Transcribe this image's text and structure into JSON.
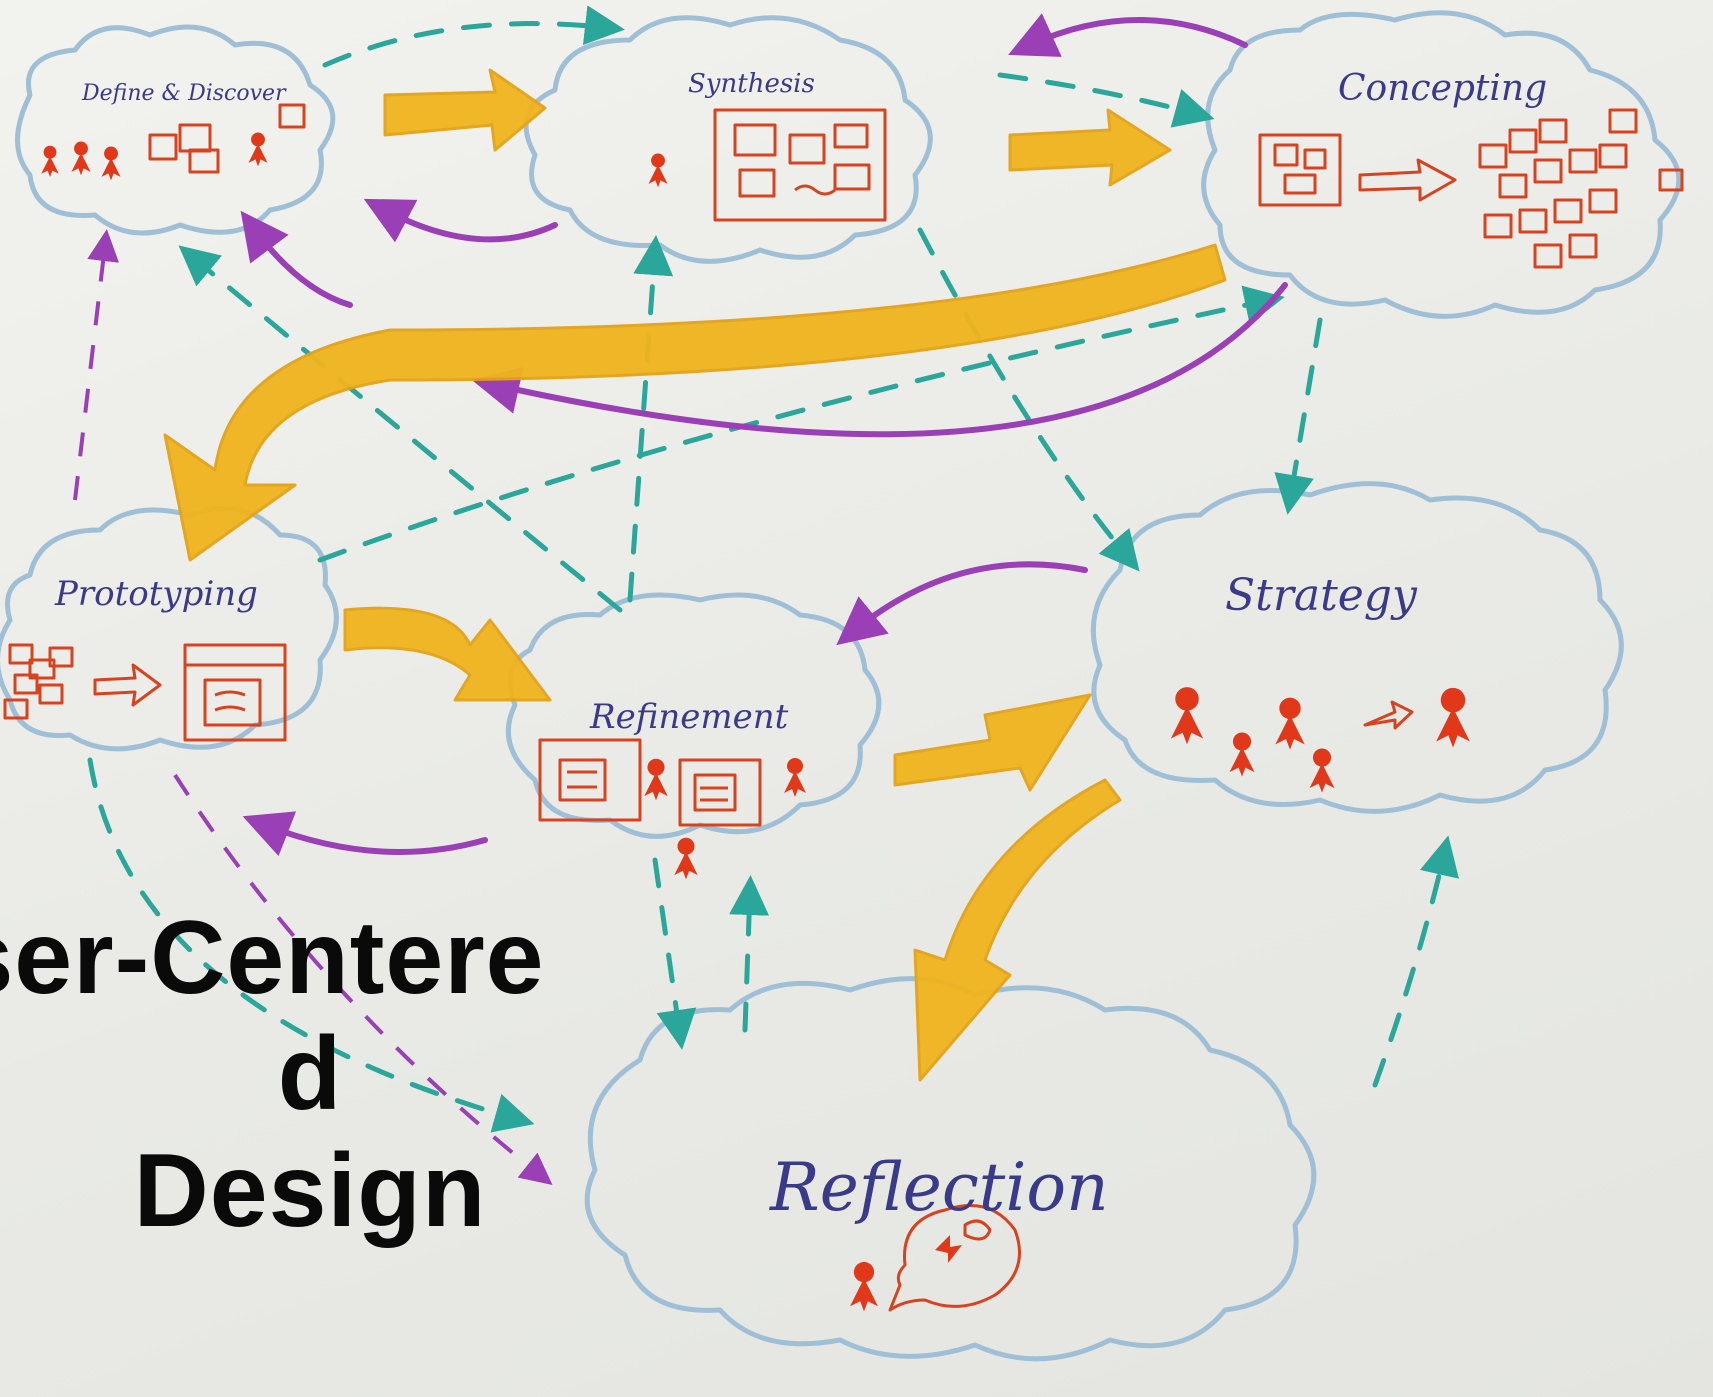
{
  "nodes": {
    "define_discover": {
      "label": "Define & Discover"
    },
    "synthesis": {
      "label": "Synthesis"
    },
    "concepting": {
      "label": "Concepting"
    },
    "prototyping": {
      "label": "Prototyping"
    },
    "refinement": {
      "label": "Refinement"
    },
    "strategy": {
      "label": "Strategy"
    },
    "reflection": {
      "label": "Reflection"
    }
  },
  "title": {
    "line1": "ser-Centere",
    "line2": "d",
    "line3": "Design"
  },
  "colors": {
    "cloud_outline": "#9fbfd6",
    "flow_arrow": "#f0b41e",
    "return_arrow": "#9a3fb5",
    "dashed_link": "#2aa79a",
    "figures": "#e2381a",
    "sketch_ink": "#d8431f",
    "handwriting": "#3a3a8a"
  },
  "icons": {
    "people": "person-icon",
    "sticky_notes": "sticky-note-icon",
    "board": "board-icon",
    "thought": "thought-bubble-icon"
  }
}
